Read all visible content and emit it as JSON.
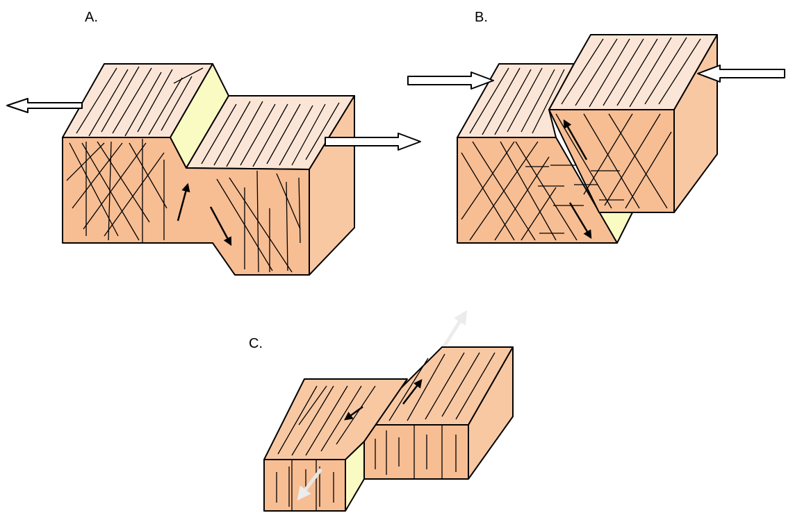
{
  "labels": {
    "a": "A.",
    "b": "B.",
    "c": "C."
  },
  "panels": [
    {
      "id": "A",
      "motion": "extension",
      "arrows": "outward"
    },
    {
      "id": "B",
      "motion": "compression",
      "arrows": "inward"
    },
    {
      "id": "C",
      "motion": "lateral-shear",
      "arrows": "opposed-horizontal"
    }
  ],
  "colors": {
    "top_face": "#fbe5d6",
    "front_face": "#f7bd93",
    "side_face": "#f8c8a3",
    "fault_plane": "#fafac3",
    "outline": "#000000",
    "push_pull_arrow_fill": "#ffffff",
    "ghost_arrow": "#e8e8e8"
  },
  "icons": [
    "extension-arrow-icon",
    "compression-arrow-icon",
    "slip-arrow-icon"
  ]
}
